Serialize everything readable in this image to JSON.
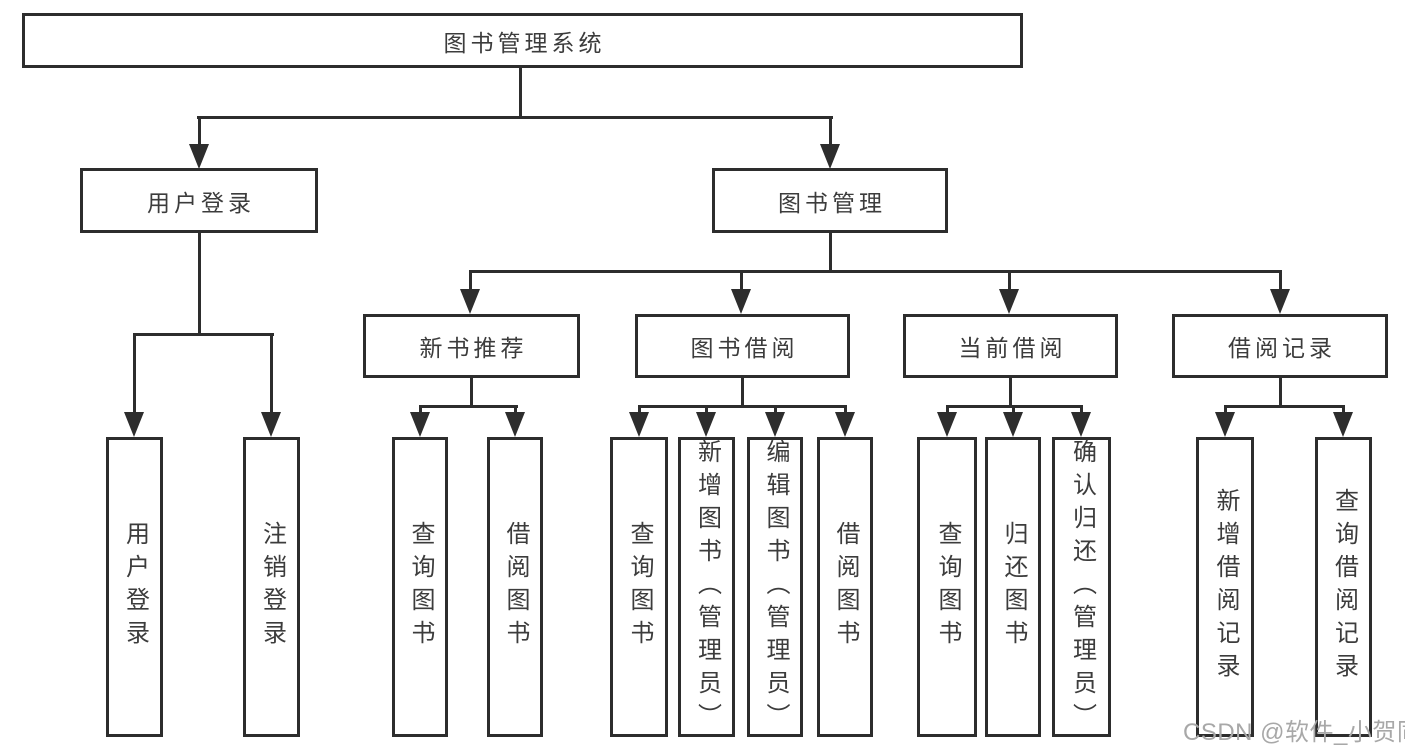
{
  "tree": {
    "label": "图书管理系统",
    "children": [
      {
        "label": "用户登录",
        "children": [
          {
            "label": "用户登录"
          },
          {
            "label": "注销登录"
          }
        ]
      },
      {
        "label": "图书管理",
        "children": [
          {
            "label": "新书推荐",
            "children": [
              {
                "label": "查询图书"
              },
              {
                "label": "借阅图书"
              }
            ]
          },
          {
            "label": "图书借阅",
            "children": [
              {
                "label": "查询图书"
              },
              {
                "label": "新增图书（管理员）"
              },
              {
                "label": "编辑图书（管理员）"
              },
              {
                "label": "借阅图书"
              }
            ]
          },
          {
            "label": "当前借阅",
            "children": [
              {
                "label": "查询图书"
              },
              {
                "label": "归还图书"
              },
              {
                "label": "确认归还（管理员）"
              }
            ]
          },
          {
            "label": "借阅记录",
            "children": [
              {
                "label": "新增借阅记录"
              },
              {
                "label": "查询借阅记录"
              }
            ]
          }
        ]
      }
    ]
  },
  "watermark": "CSDN @软件_小贺同学",
  "colors": {
    "line": "#2d2d2d",
    "text": "#3c3c3c",
    "watermark": "#a8a8a8"
  }
}
